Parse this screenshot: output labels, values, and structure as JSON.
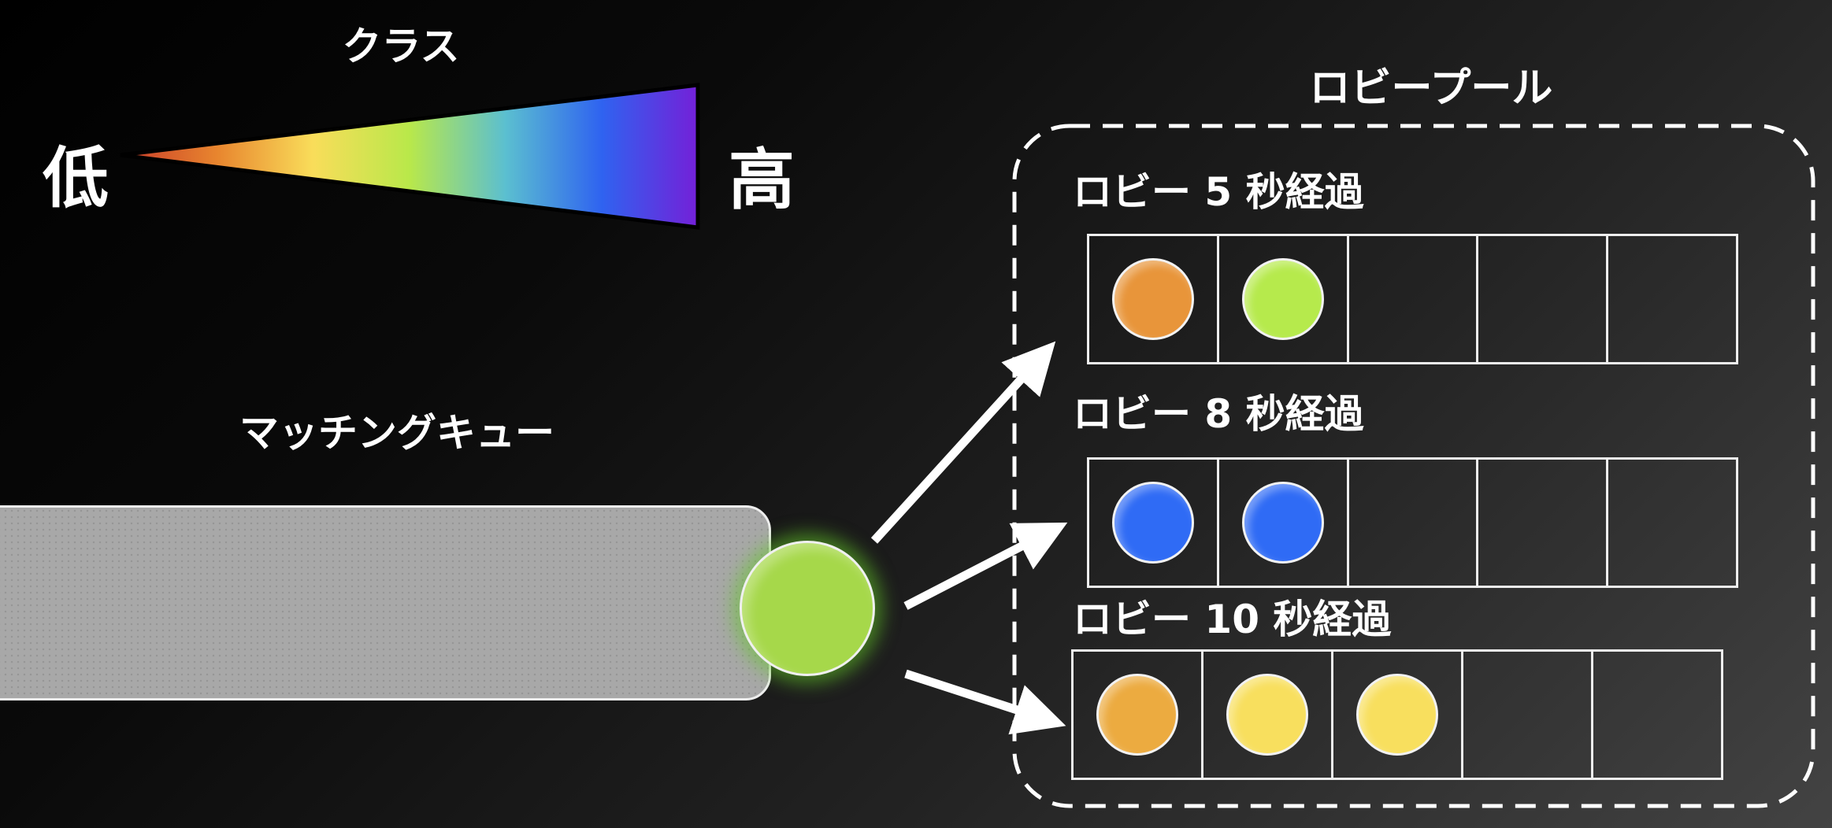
{
  "legend": {
    "title": "クラス",
    "low": "低",
    "high": "高",
    "gradient": [
      "#c83a2a",
      "#e8852e",
      "#f9dd5a",
      "#b9e84a",
      "#5bbfd0",
      "#2f63f0",
      "#7420d8"
    ]
  },
  "queue": {
    "label": "マッチングキュー",
    "incoming_color": "#a6d84a"
  },
  "pool": {
    "title": "ロビープール",
    "lobbies": [
      {
        "label": "ロビー 5 秒経過",
        "capacity": 5,
        "players": [
          "#e8953a",
          "#b6ea4c"
        ]
      },
      {
        "label": "ロビー 8 秒経過",
        "capacity": 5,
        "players": [
          "#2f6bf5",
          "#2f6bf5"
        ]
      },
      {
        "label": "ロビー 10 秒経過",
        "capacity": 5,
        "players": [
          "#ecab40",
          "#f8df5e",
          "#f8df5e"
        ]
      }
    ]
  }
}
